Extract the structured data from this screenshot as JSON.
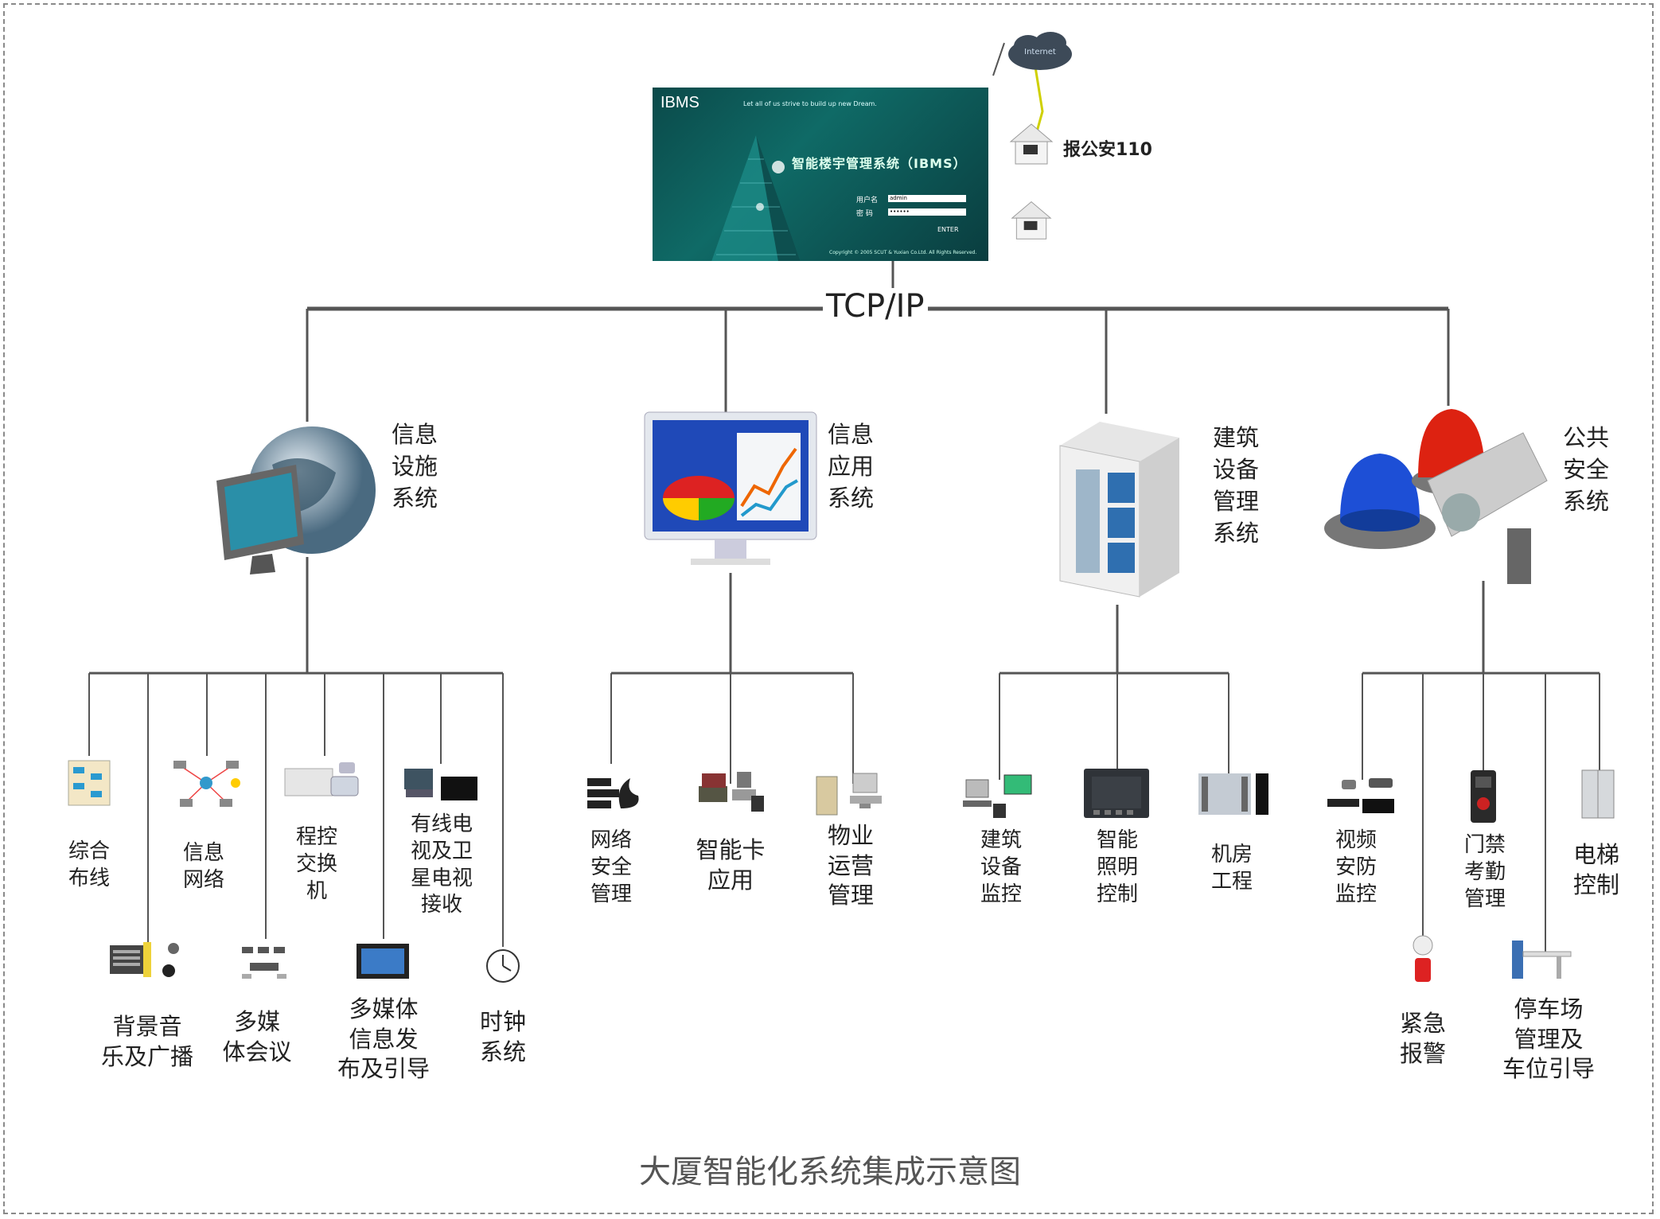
{
  "ibms": {
    "brand": "IBMS",
    "slogan": "Let all of us strive to build up new Dream.",
    "title": "智能楼宇管理系统（IBMS）",
    "username_label": "用户名",
    "username_value": "admin",
    "password_label": "密  码",
    "password_value": "••••••",
    "enter_label": "ENTER",
    "copyright": "Copyright © 2005 SCUT & Yuxian Co.Ltd. All Rights Reserved."
  },
  "internet_label": "Internet",
  "police_label": "报公安110",
  "network_label": "TCP/IP",
  "systems": [
    {
      "label": "信息\n设施\n系统",
      "icon": "globe-monitor-icon"
    },
    {
      "label": "信息\n应用\n系统",
      "icon": "chart-monitor-icon"
    },
    {
      "label": "建筑\n设备\n管理\n系统",
      "icon": "building-icon"
    },
    {
      "label": "公共\n安全\n系统",
      "icon": "security-camera-siren-icon"
    }
  ],
  "subsystems": {
    "info_facility": [
      {
        "label": "综合\n布线",
        "icon": "cabling-icon"
      },
      {
        "label": "信息\n网络",
        "icon": "network-icon"
      },
      {
        "label": "程控\n交换\n机",
        "icon": "pbx-icon"
      },
      {
        "label": "有线电\n视及卫\n星电视\n接收",
        "icon": "tv-receiver-icon"
      },
      {
        "label": "背景音\n乐及广播",
        "icon": "broadcast-icon"
      },
      {
        "label": "多媒\n体会议",
        "icon": "conference-icon"
      },
      {
        "label": "多媒体\n信息发\n布及引导",
        "icon": "display-screen-icon"
      },
      {
        "label": "时钟\n系统",
        "icon": "clock-icon"
      }
    ],
    "info_application": [
      {
        "label": "网络\n安全\n管理",
        "icon": "firewall-icon"
      },
      {
        "label": "智能卡\n应用",
        "icon": "smart-card-icon"
      },
      {
        "label": "物业\n运营\n管理",
        "icon": "server-pc-icon"
      }
    ],
    "building_equipment": [
      {
        "label": "建筑\n设备\n监控",
        "icon": "equipment-monitor-icon"
      },
      {
        "label": "智能\n照明\n控制",
        "icon": "lighting-controller-icon"
      },
      {
        "label": "机房\n工程",
        "icon": "server-room-icon"
      }
    ],
    "public_safety": [
      {
        "label": "视频\n安防\n监控",
        "icon": "cctv-icon"
      },
      {
        "label": "门禁\n考勤\n管理",
        "icon": "access-control-icon"
      },
      {
        "label": "电梯\n控制",
        "icon": "elevator-icon"
      },
      {
        "label": "紧急\n报警",
        "icon": "alarm-button-icon"
      },
      {
        "label": "停车场\n管理及\n车位引导",
        "icon": "parking-barrier-icon"
      }
    ]
  },
  "caption": "大厦智能化系统集成示意图",
  "colors": {
    "wire": "#555555",
    "ibms_bg": "#0f6a66",
    "caption": "#555555"
  }
}
